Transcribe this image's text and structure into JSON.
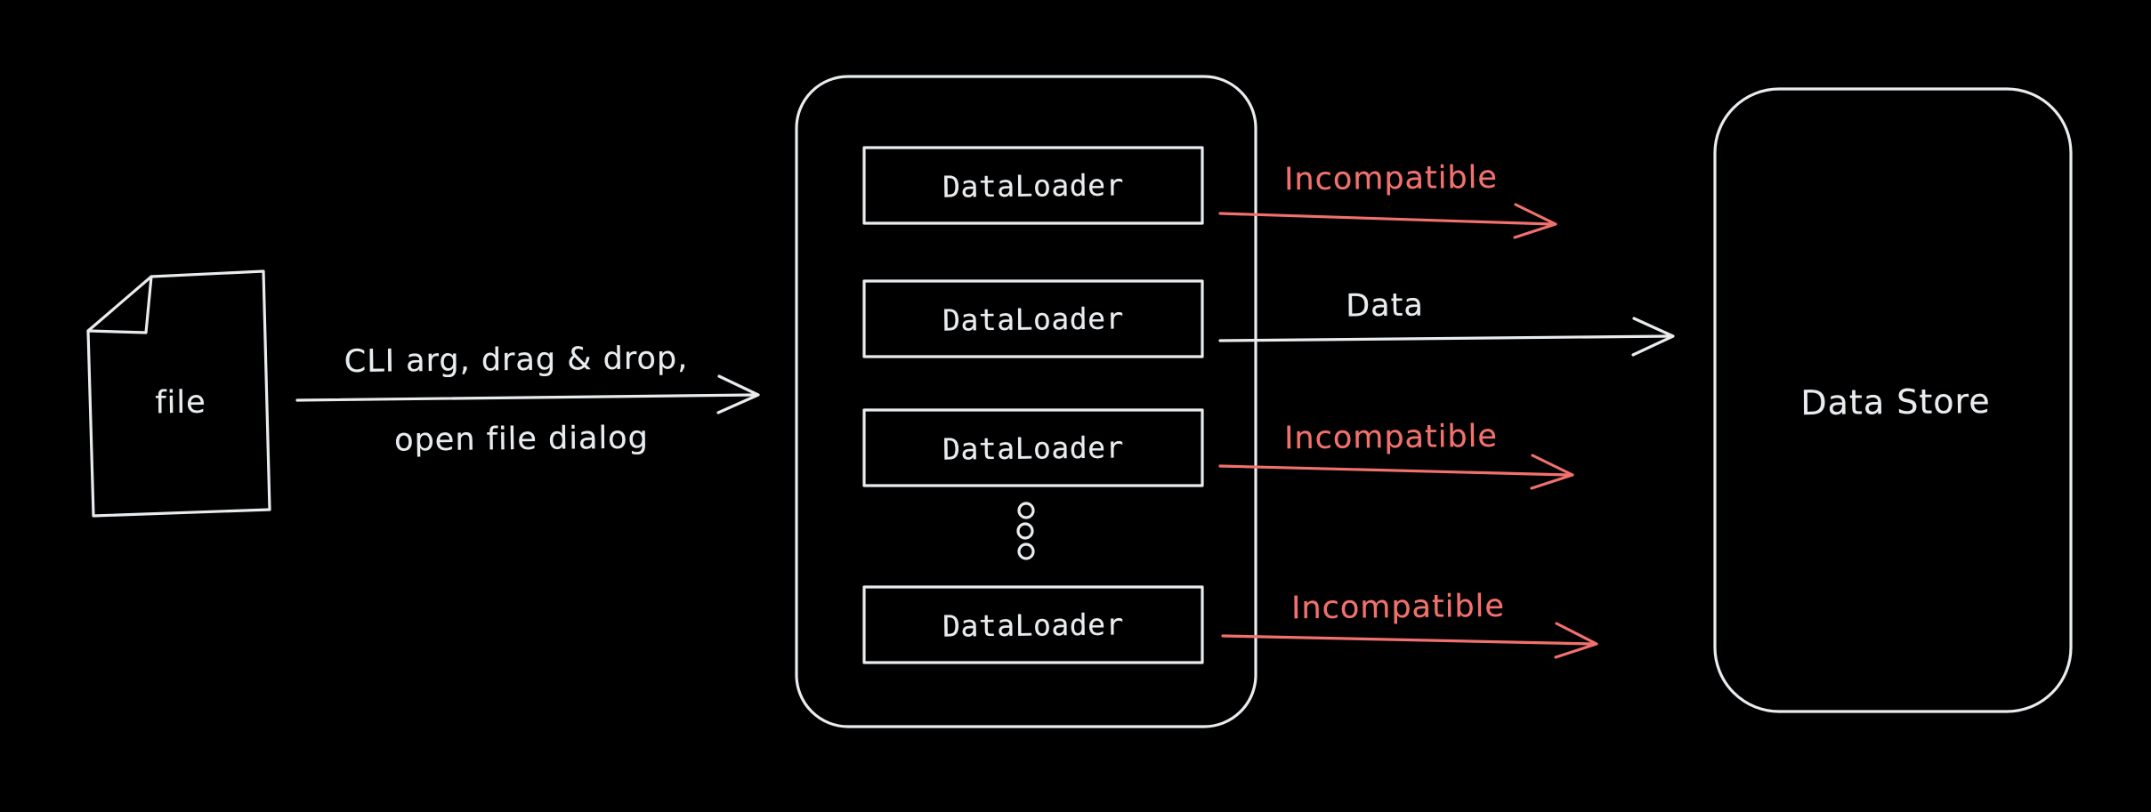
{
  "diagram": {
    "title": "file loading pipeline diagram",
    "background": "#000000",
    "stroke_color": "#e9ecef",
    "incompatible_color": "#f0716d"
  },
  "file_node": {
    "label": "file"
  },
  "input_arrow": {
    "line1": "CLI arg, drag & drop,",
    "line2": "open file dialog"
  },
  "loaders": [
    {
      "label": "DataLoader"
    },
    {
      "label": "DataLoader"
    },
    {
      "label": "DataLoader"
    },
    {
      "label": "DataLoader"
    }
  ],
  "ellipsis": {
    "name": "vertical-ellipsis",
    "dot_count": 3
  },
  "outputs": [
    {
      "label": "Incompatible",
      "type": "incompatible"
    },
    {
      "label": "Data",
      "type": "data"
    },
    {
      "label": "Incompatible",
      "type": "incompatible"
    },
    {
      "label": "Incompatible",
      "type": "incompatible"
    }
  ],
  "data_store": {
    "label": "Data Store"
  }
}
